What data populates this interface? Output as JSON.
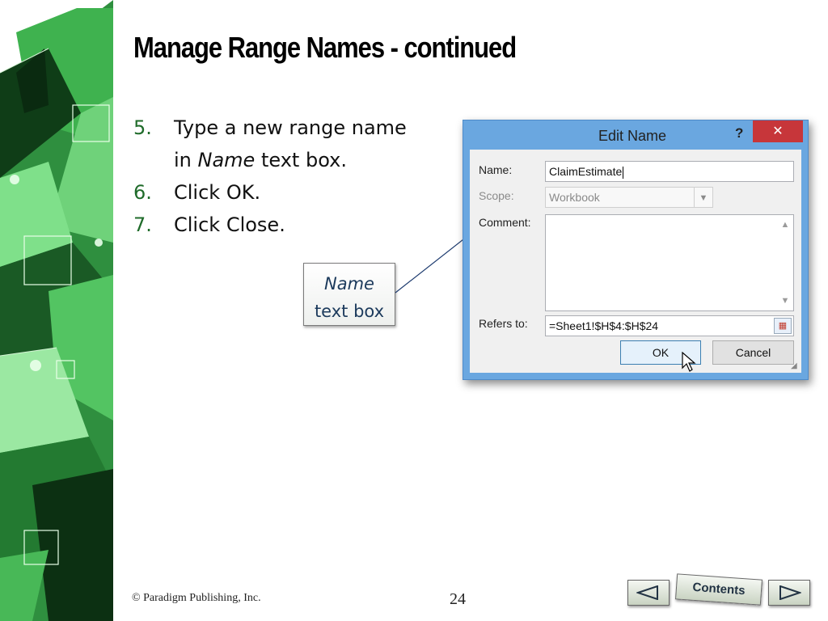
{
  "slide": {
    "title": "Manage Range Names - continued",
    "steps": [
      {
        "num": "5.",
        "line1": "Type a new range name",
        "line2_pre": "in ",
        "line2_em": "Name",
        "line2_post": " text box."
      },
      {
        "num": "6.",
        "line1": "Click OK."
      },
      {
        "num": "7.",
        "line1": "Click Close."
      }
    ],
    "callout": {
      "line1": "Name",
      "line2": "text box"
    },
    "footer": "© Paradigm Publishing, Inc.",
    "page_number": "24",
    "nav": {
      "back_icon": "triangle-left-icon",
      "contents_label": "Contents",
      "forward_icon": "triangle-right-icon"
    }
  },
  "dialog": {
    "title": "Edit Name",
    "help_label": "?",
    "close_label": "✕",
    "name_label": "Name:",
    "name_value": "ClaimEstimate",
    "scope_label": "Scope:",
    "scope_value": "Workbook",
    "comment_label": "Comment:",
    "comment_value": "",
    "refers_label": "Refers to:",
    "refers_value": "=Sheet1!$H$4:$H$24",
    "ok_label": "OK",
    "cancel_label": "Cancel"
  },
  "colors": {
    "accent_green": "#1f6b2a",
    "dialog_frame": "#6aa7e0",
    "close_red": "#c7363a",
    "callout_text": "#1c3a5c"
  }
}
